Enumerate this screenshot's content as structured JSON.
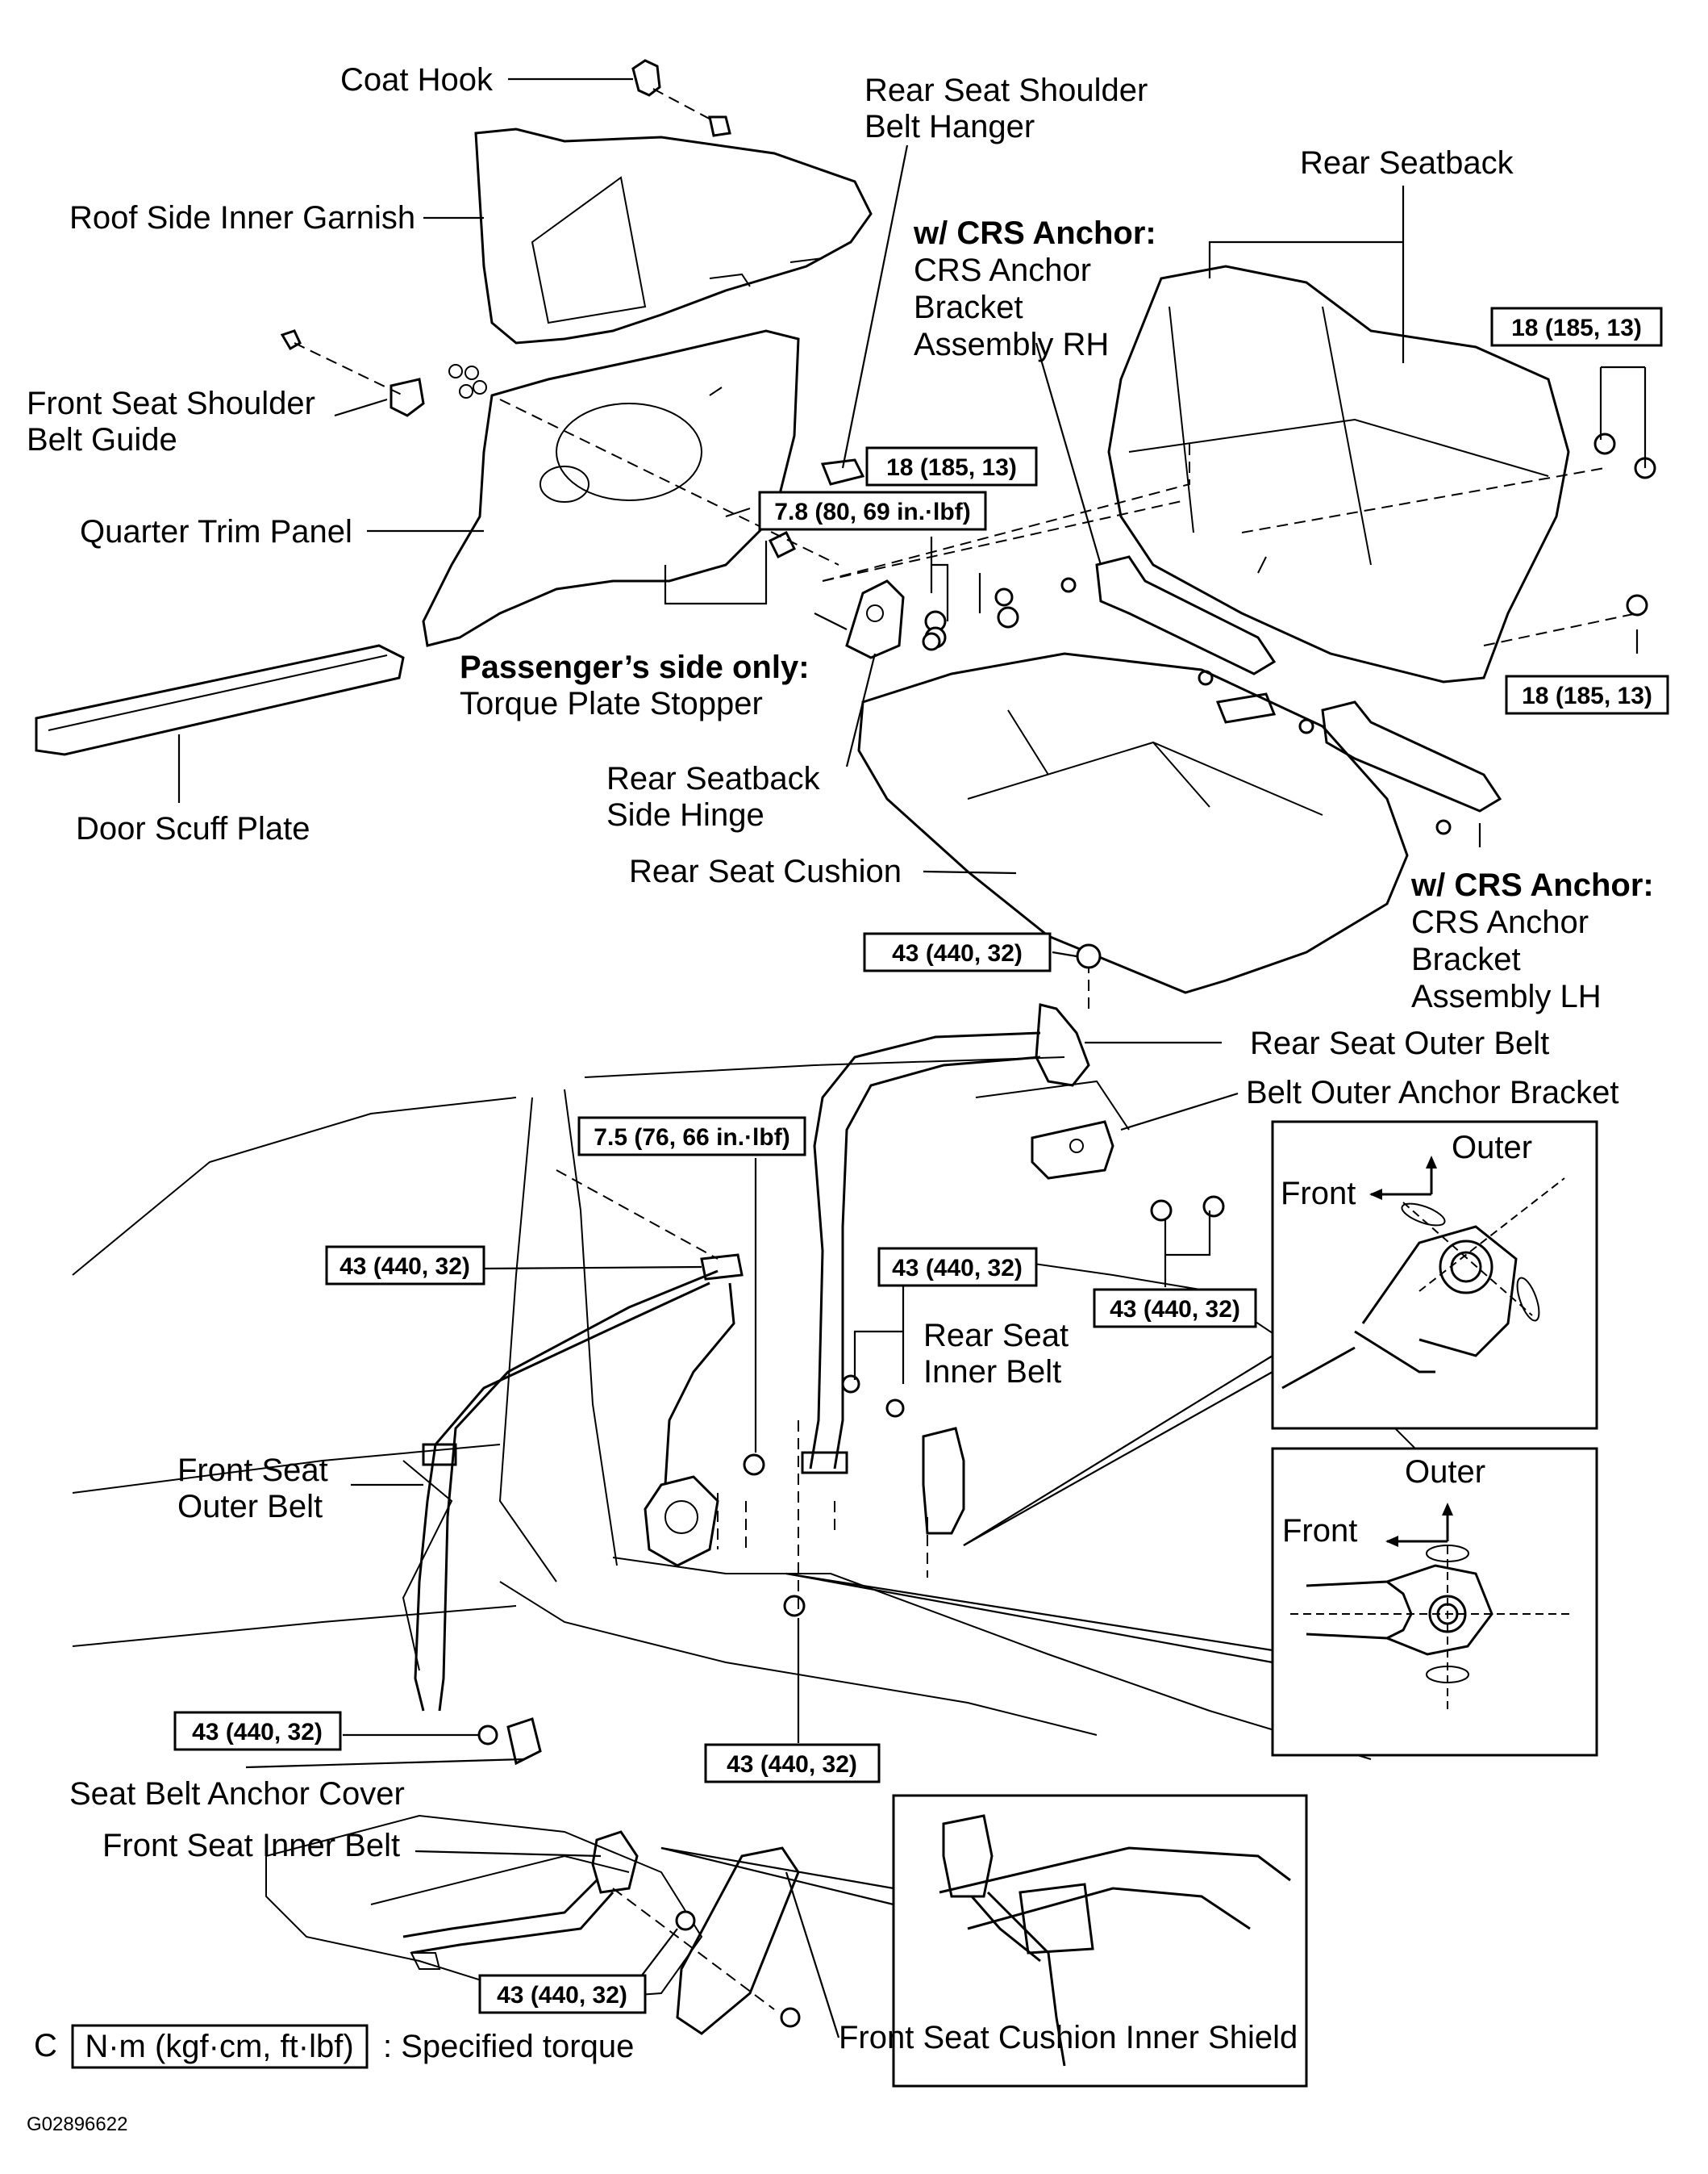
{
  "labels": {
    "coat_hook": "Coat Hook",
    "rear_seat_shoulder_belt_hanger_1": "Rear Seat Shoulder",
    "rear_seat_shoulder_belt_hanger_2": "Belt Hanger",
    "rear_seatback": "Rear Seatback",
    "roof_side_inner_garnish": "Roof Side Inner Garnish",
    "crs_rh_head": "w/ CRS Anchor:",
    "crs_rh_1": "CRS  Anchor",
    "crs_rh_2": "Bracket",
    "crs_rh_3": "Assembly RH",
    "front_seat_shoulder_belt_guide_1": "Front Seat Shoulder",
    "front_seat_shoulder_belt_guide_2": "Belt Guide",
    "quarter_trim_panel": "Quarter Trim Panel",
    "passenger_side_only": "Passenger’s side only:",
    "torque_plate_stopper": "Torque Plate Stopper",
    "rear_seatback_side_hinge_1": "Rear Seatback",
    "rear_seatback_side_hinge_2": "Side Hinge",
    "door_scuff_plate": "Door Scuff Plate",
    "rear_seat_cushion": "Rear Seat Cushion",
    "crs_lh_head": "w/ CRS Anchor:",
    "crs_lh_1": "CRS  Anchor",
    "crs_lh_2": "Bracket",
    "crs_lh_3": "Assembly LH",
    "rear_seat_outer_belt": "Rear Seat Outer Belt",
    "belt_outer_anchor_bracket": "Belt Outer Anchor Bracket",
    "inset_outer_1": "Outer",
    "inset_front_1": "Front",
    "rear_seat_inner_belt_1": "Rear Seat",
    "rear_seat_inner_belt_2": "Inner Belt",
    "front_seat_outer_belt_1": "Front Seat",
    "front_seat_outer_belt_2": "Outer Belt",
    "inset_outer_2": "Outer",
    "inset_front_2": "Front",
    "seat_belt_anchor_cover": "Seat Belt Anchor Cover",
    "front_seat_inner_belt": "Front Seat Inner Belt",
    "front_seat_cushion_inner_shield": "Front Seat Cushion Inner Shield",
    "legend_letter": "C",
    "legend_unit": "N·m (kgf·cm, ft·lbf)",
    "legend_text": ": Specified torque",
    "figure_code": "G02896622"
  },
  "torques": {
    "t_18_rh": "18 (185, 13)",
    "t_18_hinge": "18 (185, 13)",
    "t_7_8": "7.8 (80, 69 in.·lbf)",
    "t_18_low": "18 (185, 13)",
    "t_43_cushion": "43 (440, 32)",
    "t_7_5": "7.5 (76, 66 in.·lbf)",
    "t_43_front_upper": "43 (440, 32)",
    "t_43_inner": "43 (440, 32)",
    "t_43_bracket": "43 (440, 32)",
    "t_43_anchor_cover": "43 (440, 32)",
    "t_43_floor": "43 (440, 32)",
    "t_43_buckle": "43 (440, 32)"
  }
}
